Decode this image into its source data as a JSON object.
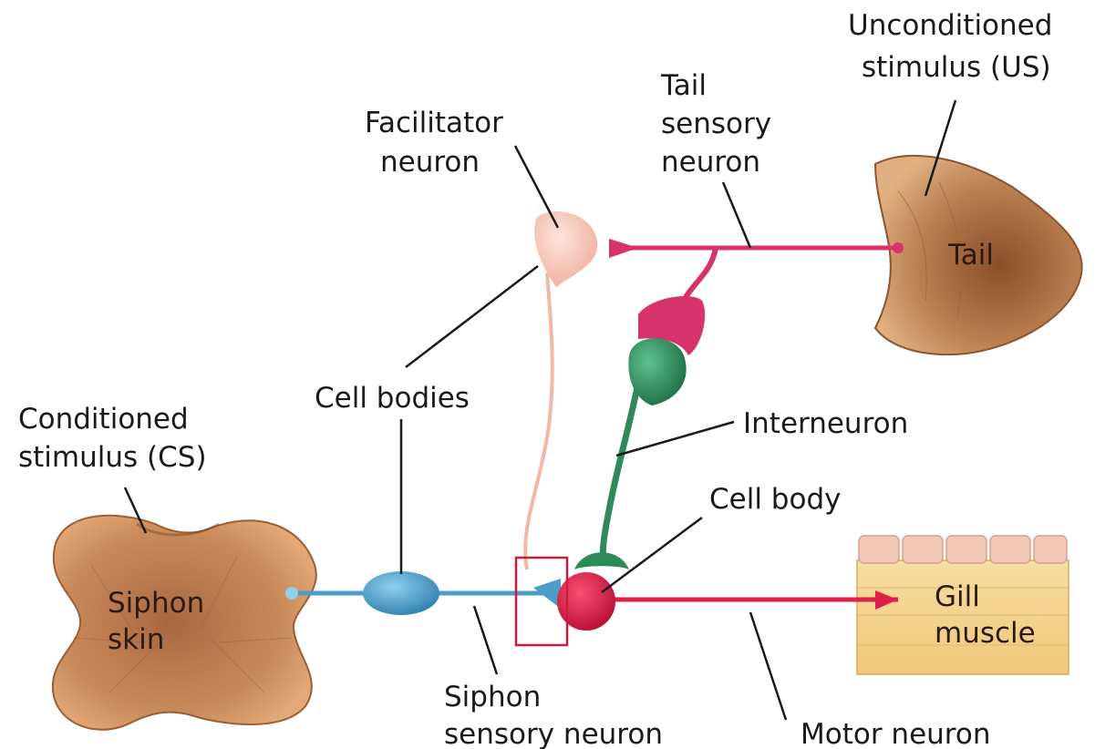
{
  "labels": {
    "unconditioned_line1": "Unconditioned",
    "unconditioned_line2": "stimulus (US)",
    "tail_sensory_line1": "Tail",
    "tail_sensory_line2": "sensory",
    "tail_sensory_line3": "neuron",
    "facilitator_line1": "Facilitator",
    "facilitator_line2": "neuron",
    "tail": "Tail",
    "cell_bodies": "Cell bodies",
    "interneuron": "Interneuron",
    "conditioned_line1": "Conditioned",
    "conditioned_line2": "stimulus (CS)",
    "cell_body": "Cell body",
    "siphon_skin_line1": "Siphon",
    "siphon_skin_line2": "skin",
    "gill_muscle_line1": "Gill",
    "gill_muscle_line2": "muscle",
    "siphon_sensory_line1": "Siphon",
    "siphon_sensory_line2": "sensory neuron",
    "motor_neuron": "Motor neuron"
  },
  "colors": {
    "tail_sensory_neuron": "#d6336c",
    "facilitator_neuron": "#f2b8a6",
    "interneuron": "#2f8a5a",
    "siphon_sensory_neuron": "#4a9ec9",
    "motor_neuron": "#e01e4c",
    "siphon_skin": "#c98a5a",
    "tail_tissue": "#b97f4f",
    "gill_muscle": "#f3d28c",
    "highlight_box": "#c81e3c"
  }
}
